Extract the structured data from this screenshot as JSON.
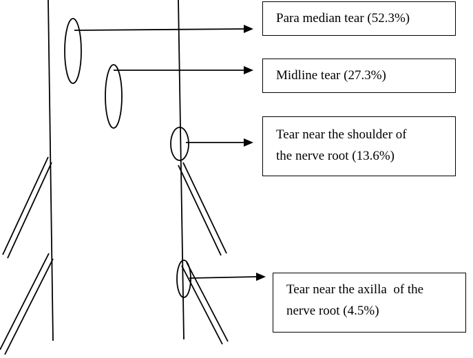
{
  "labels": {
    "paramedian": {
      "line1": "Para median tear (52.3%)"
    },
    "midline": {
      "line1": "Midline tear (27.3%)"
    },
    "shoulder": {
      "line1": "Tear near the shoulder of",
      "line2": "the nerve root (13.6%)"
    },
    "axilla": {
      "line1": "Tear near the axilla  of the",
      "line2": "nerve root (4.5%)"
    }
  },
  "colors": {
    "stroke": "#000000",
    "background": "#ffffff"
  }
}
